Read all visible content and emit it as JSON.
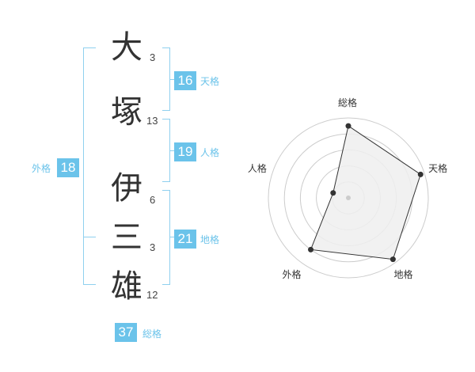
{
  "name": {
    "chars": [
      {
        "char": "大",
        "strokes": "3"
      },
      {
        "char": "塚",
        "strokes": "13"
      },
      {
        "char": "伊",
        "strokes": "6"
      },
      {
        "char": "三",
        "strokes": "3"
      },
      {
        "char": "雄",
        "strokes": "12"
      }
    ]
  },
  "kakusu": {
    "tenkaku": {
      "value": "16",
      "label": "天格"
    },
    "jinkaku": {
      "value": "19",
      "label": "人格"
    },
    "chikaku": {
      "value": "21",
      "label": "地格"
    },
    "gaikaku": {
      "value": "18",
      "label": "外格"
    },
    "soukaku": {
      "value": "37",
      "label": "総格"
    }
  },
  "chart_data": {
    "type": "radar",
    "axes": [
      "総格",
      "天格",
      "地格",
      "外格",
      "人格"
    ],
    "values": [
      0.9,
      0.95,
      0.95,
      0.8,
      0.2
    ],
    "range": [
      0,
      1
    ],
    "rings": 5,
    "colors": {
      "fill": "#eeeeee",
      "line": "#333333",
      "grid": "#cccccc",
      "center": "#cccccc"
    }
  }
}
